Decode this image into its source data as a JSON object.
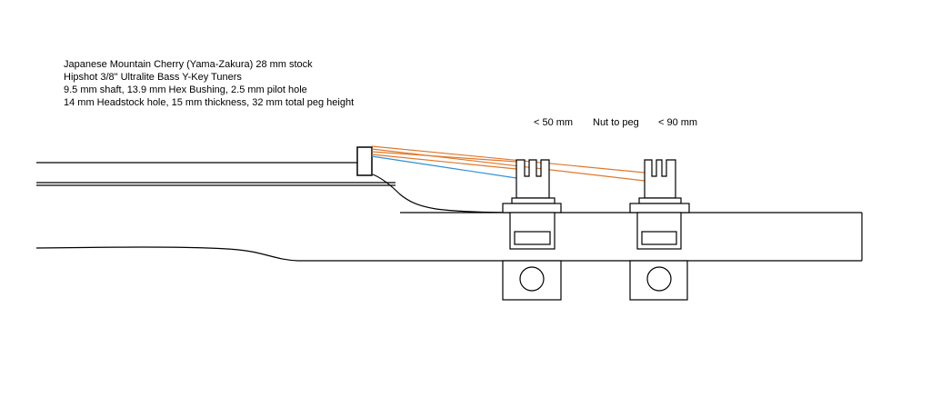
{
  "notes": [
    "Japanese Mountain Cherry (Yama-Zakura) 28 mm stock",
    "Hipshot 3/8\" Ultralite Bass Y-Key Tuners",
    "9.5 mm shaft, 13.9 mm Hex Bushing, 2.5 mm pilot hole",
    "14 mm Headstock hole, 15 mm thickness, 32 mm total peg height"
  ],
  "labels": {
    "first_peg_distance": "< 50 mm",
    "nut_to_peg": "Nut to peg",
    "second_peg_distance": "< 90 mm"
  },
  "colors": {
    "outline": "#000000",
    "string_orange": "#e0782c",
    "string_blue": "#2e8fd6",
    "fill": "#ffffff",
    "nut_fill": "#ffffff"
  }
}
